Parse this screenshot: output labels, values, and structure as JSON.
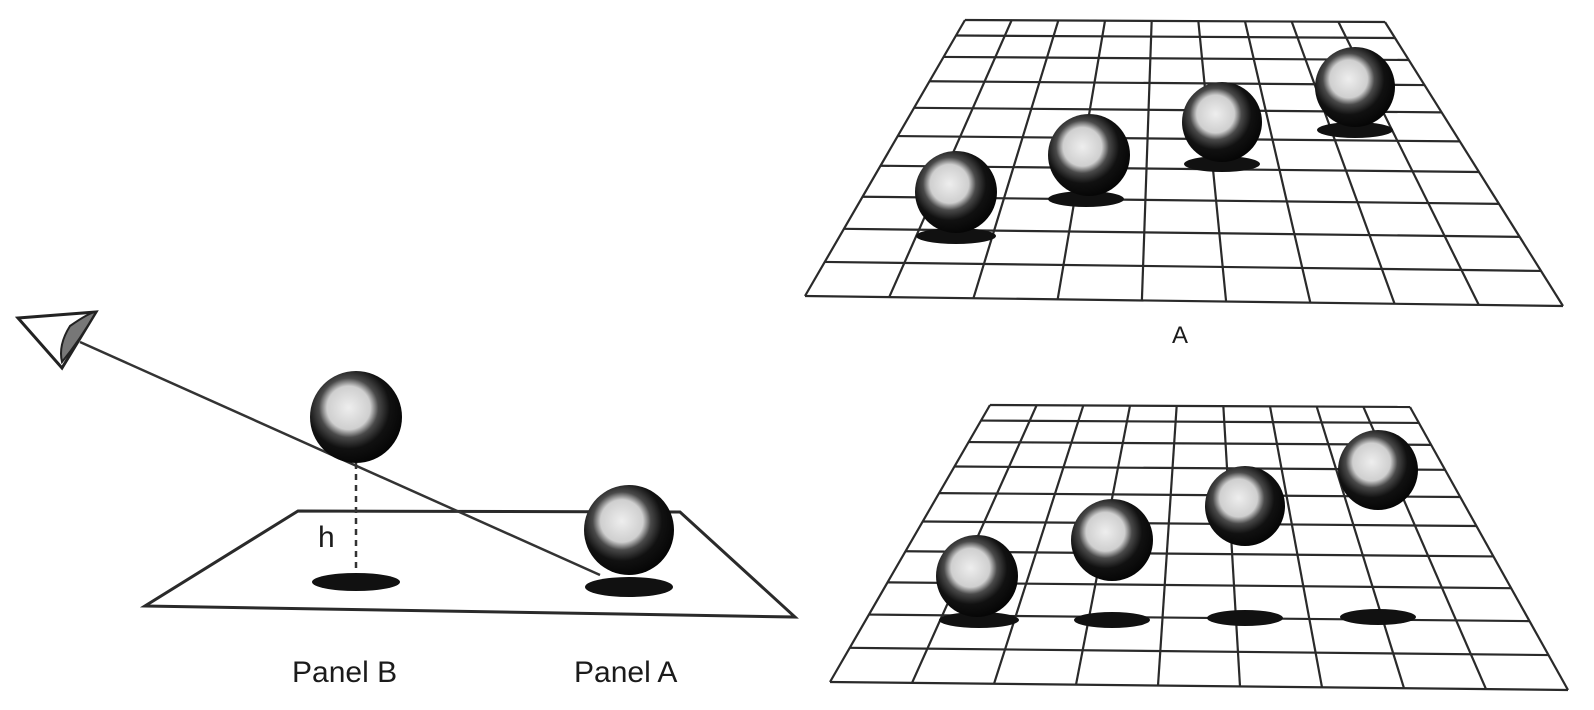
{
  "left_diagram": {
    "height_label": "h",
    "panel_b_label": "Panel B",
    "panel_a_label": "Panel A",
    "eye_icon": "eye-icon"
  },
  "top_right": {
    "caption": "A",
    "ball_count": 4,
    "shadows": "contact"
  },
  "bottom_right": {
    "caption": "",
    "ball_count": 4,
    "shadows": "detached"
  },
  "colors": {
    "ink": "#1b1b1b",
    "ball_body": "#0d0d0d",
    "ball_highlight": "#d9d9d9",
    "shadow": "#111111",
    "line": "#2a2a2a"
  }
}
